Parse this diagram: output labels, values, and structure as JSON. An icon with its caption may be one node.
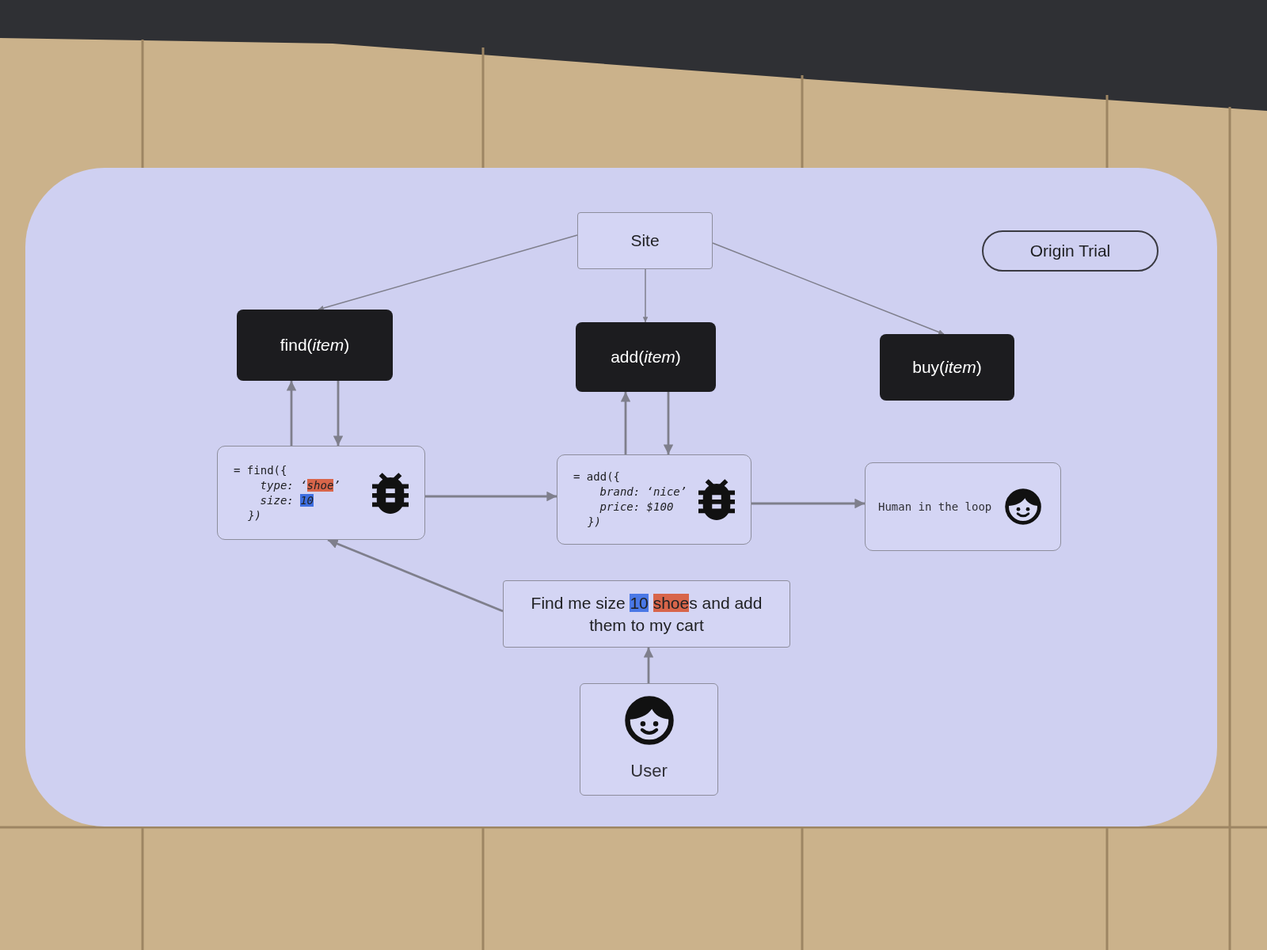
{
  "diagram": {
    "nodes": [
      {
        "text": [
          "Site"
        ]
      },
      {
        "text": [
          "Origin Trial"
        ]
      },
      {
        "text": [
          "find(*item*)"
        ]
      },
      {
        "text": [
          "add(*item*)"
        ]
      },
      {
        "text": [
          "buy(*item*)"
        ]
      },
      {
        "text": [
          "= find({",
          "type: ‘shoe’",
          "size: 10",
          "})"
        ]
      },
      {
        "text": [
          "= add({",
          "brand: ‘nice’",
          "price: $100",
          "})"
        ]
      },
      {
        "text": [
          "Human in the loop"
        ]
      },
      {
        "text": [
          "Find me size 10 shoes and add them to my cart"
        ]
      },
      {
        "text": [
          "User"
        ]
      }
    ],
    "edges": [
      {
        "from": 0,
        "to": 2,
        "arrow": "to"
      },
      {
        "from": 0,
        "to": 3,
        "arrow": "to"
      },
      {
        "from": 0,
        "to": 4,
        "arrow": "to"
      },
      {
        "from": 5,
        "to": 2,
        "arrow": "to"
      },
      {
        "from": 2,
        "to": 5,
        "arrow": "to"
      },
      {
        "from": 6,
        "to": 3,
        "arrow": "to"
      },
      {
        "from": 3,
        "to": 6,
        "arrow": "to"
      },
      {
        "from": 5,
        "to": 6,
        "arrow": "to"
      },
      {
        "from": 6,
        "to": 7,
        "arrow": "to"
      },
      {
        "from": 8,
        "to": 5,
        "arrow": "to"
      },
      {
        "from": 9,
        "to": 8,
        "arrow": "to"
      }
    ]
  }
}
